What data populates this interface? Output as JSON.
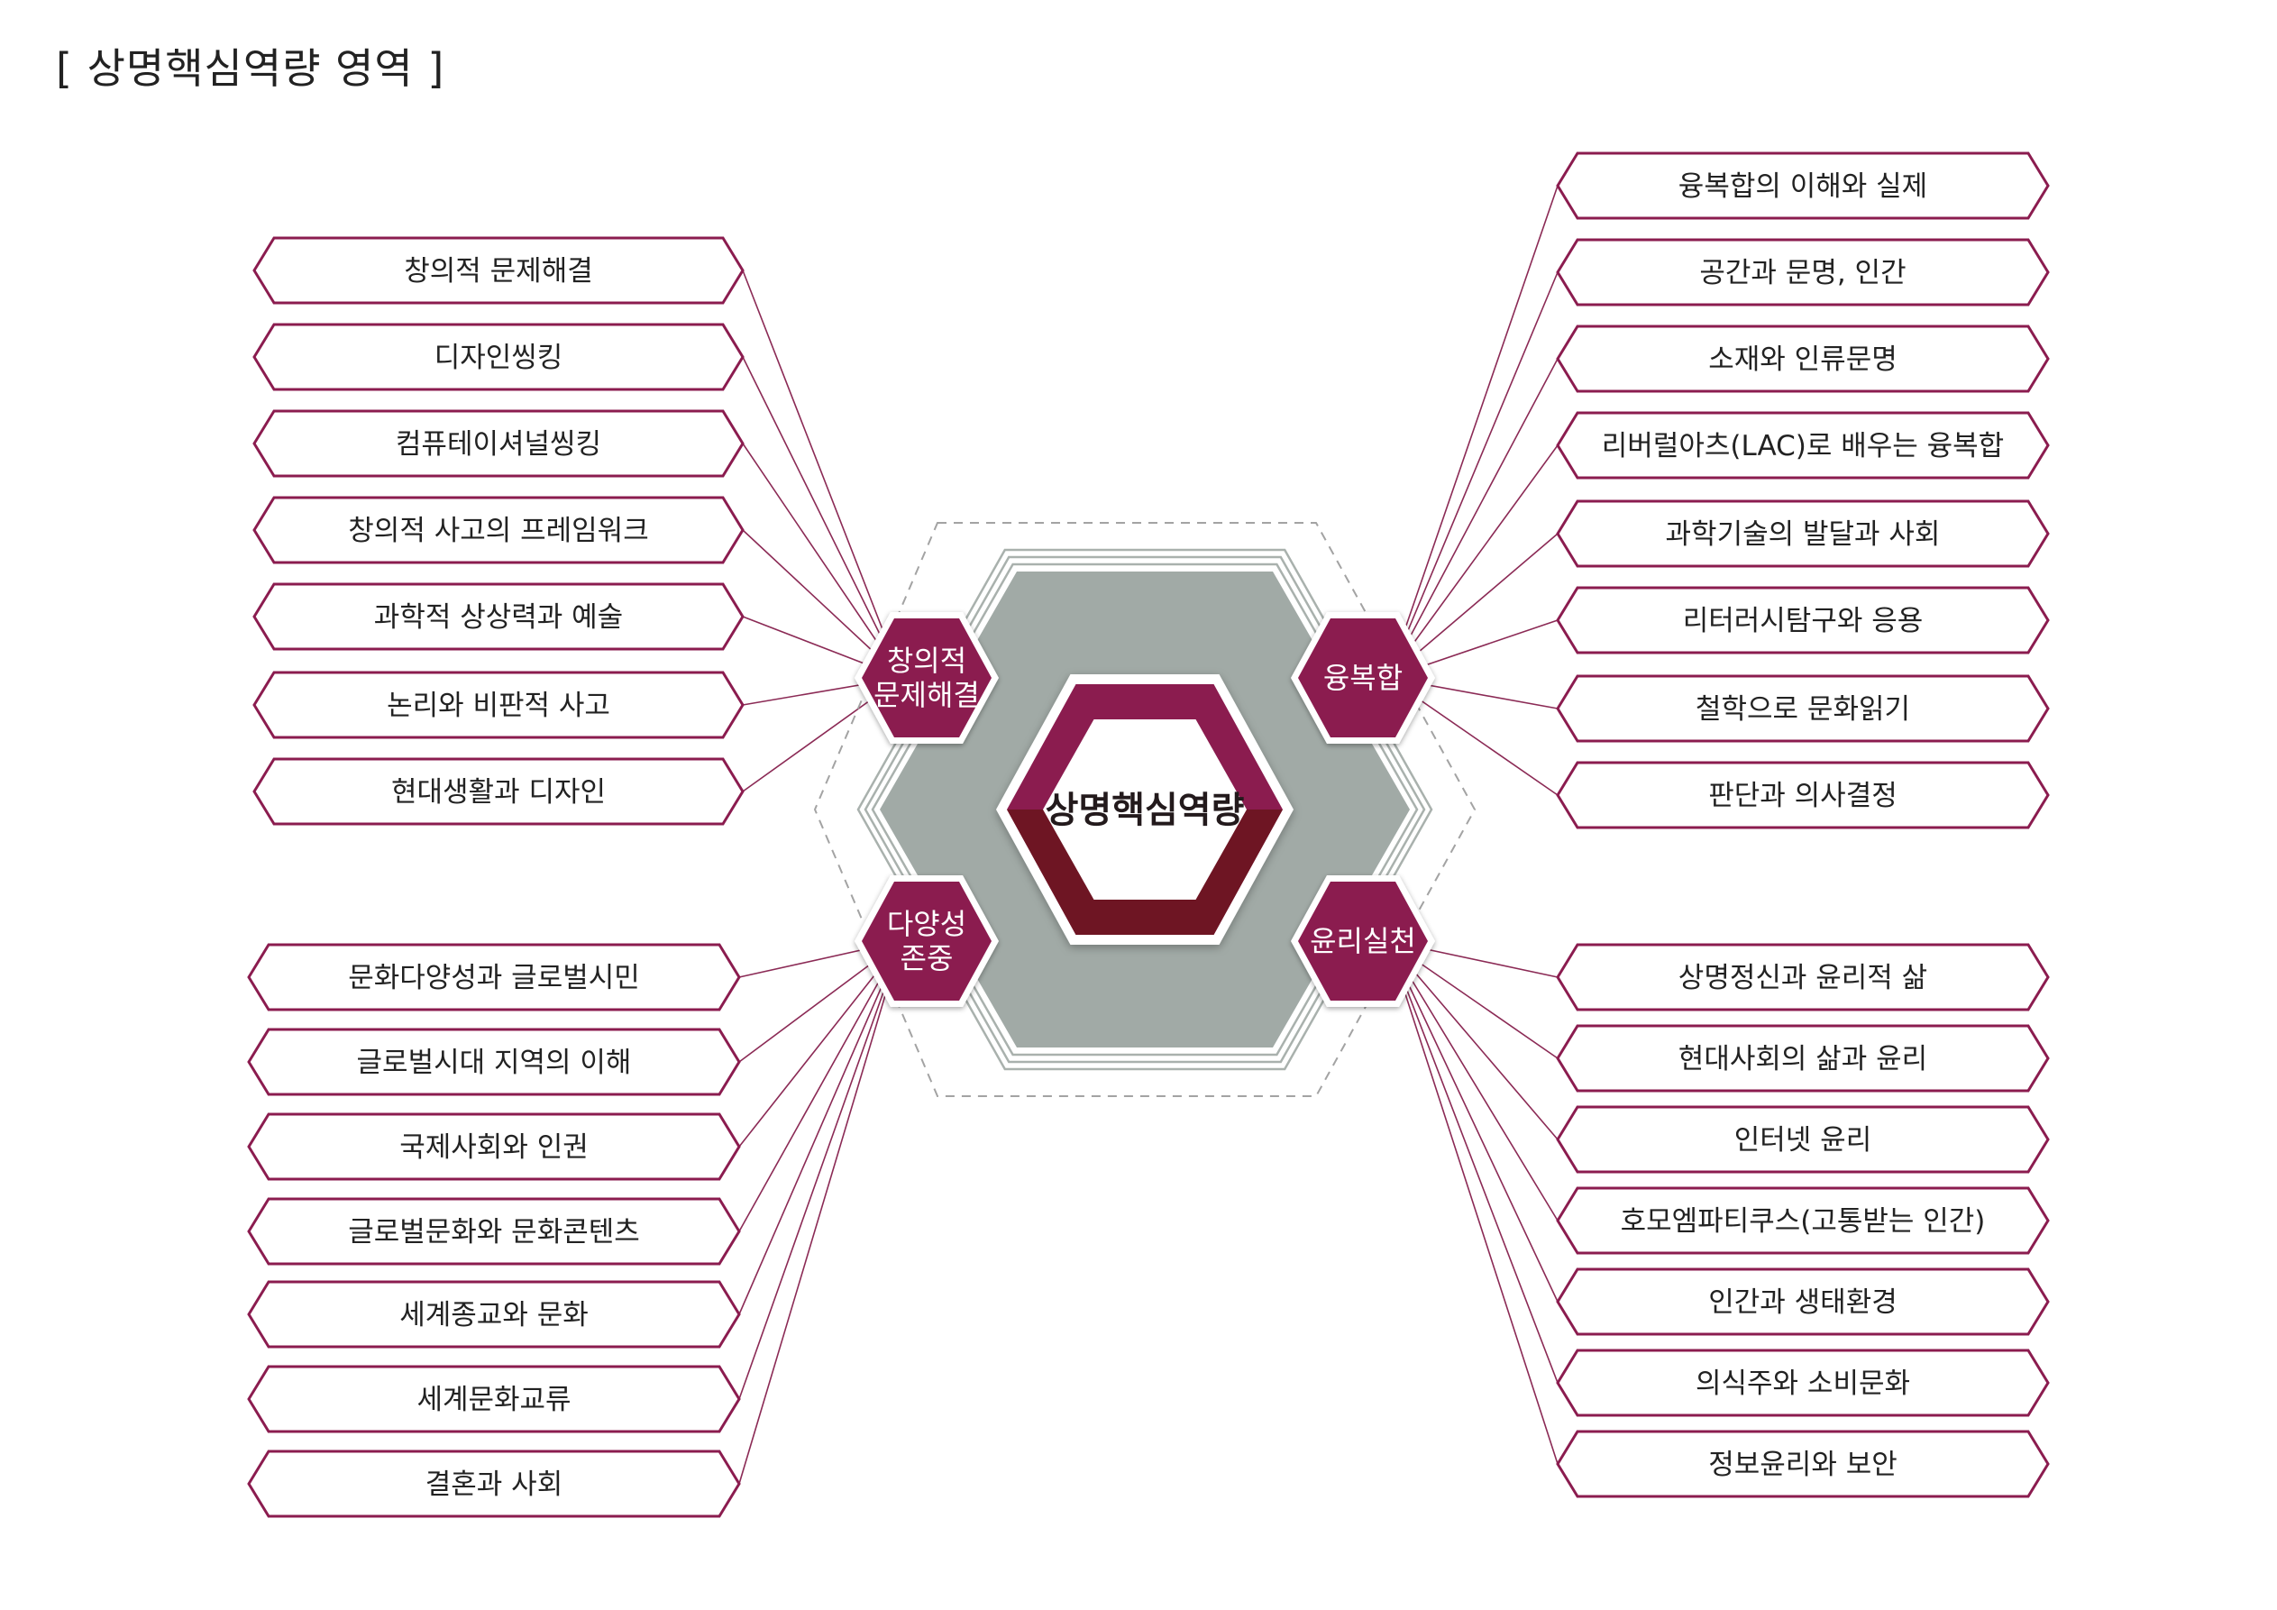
{
  "title": "[ 상명핵심역량 영역 ]",
  "colors": {
    "accent": "#8b1c4f",
    "accent_dark": "#6e1523",
    "gray_hex": "#a1aaa6",
    "connector": "#8b2a55",
    "dashed": "#a3a3a3"
  },
  "center": {
    "label": "상명핵심역량"
  },
  "competencies": [
    {
      "id": "creative",
      "label_lines": [
        "창의적",
        "문제해결"
      ],
      "courses": [
        "창의적 문제해결",
        "디자인씽킹",
        "컴퓨테이셔널씽킹",
        "창의적 사고의 프레임워크",
        "과학적 상상력과 예술",
        "논리와 비판적 사고",
        "현대생활과 디자인"
      ]
    },
    {
      "id": "convergence",
      "label_lines": [
        "융복합"
      ],
      "courses": [
        "융복합의 이해와 실제",
        "공간과 문명, 인간",
        "소재와 인류문명",
        "리버럴아츠(LAC)로 배우는 융복합",
        "과학기술의 발달과 사회",
        "리터러시탐구와 응용",
        "철학으로 문화읽기",
        "판단과 의사결정"
      ]
    },
    {
      "id": "diversity",
      "label_lines": [
        "다양성",
        "존중"
      ],
      "courses": [
        "문화다양성과 글로벌시민",
        "글로벌시대 지역의 이해",
        "국제사회와 인권",
        "글로벌문화와 문화콘텐츠",
        "세계종교와 문화",
        "세계문화교류",
        "결혼과 사회"
      ]
    },
    {
      "id": "ethics",
      "label_lines": [
        "윤리실천"
      ],
      "courses": [
        "상명정신과 윤리적 삶",
        "현대사회의 삶과 윤리",
        "인터넷 윤리",
        "호모엠파티쿠스(고통받는 인간)",
        "인간과 생태환경",
        "의식주와 소비문화",
        "정보윤리와 보안"
      ]
    }
  ]
}
